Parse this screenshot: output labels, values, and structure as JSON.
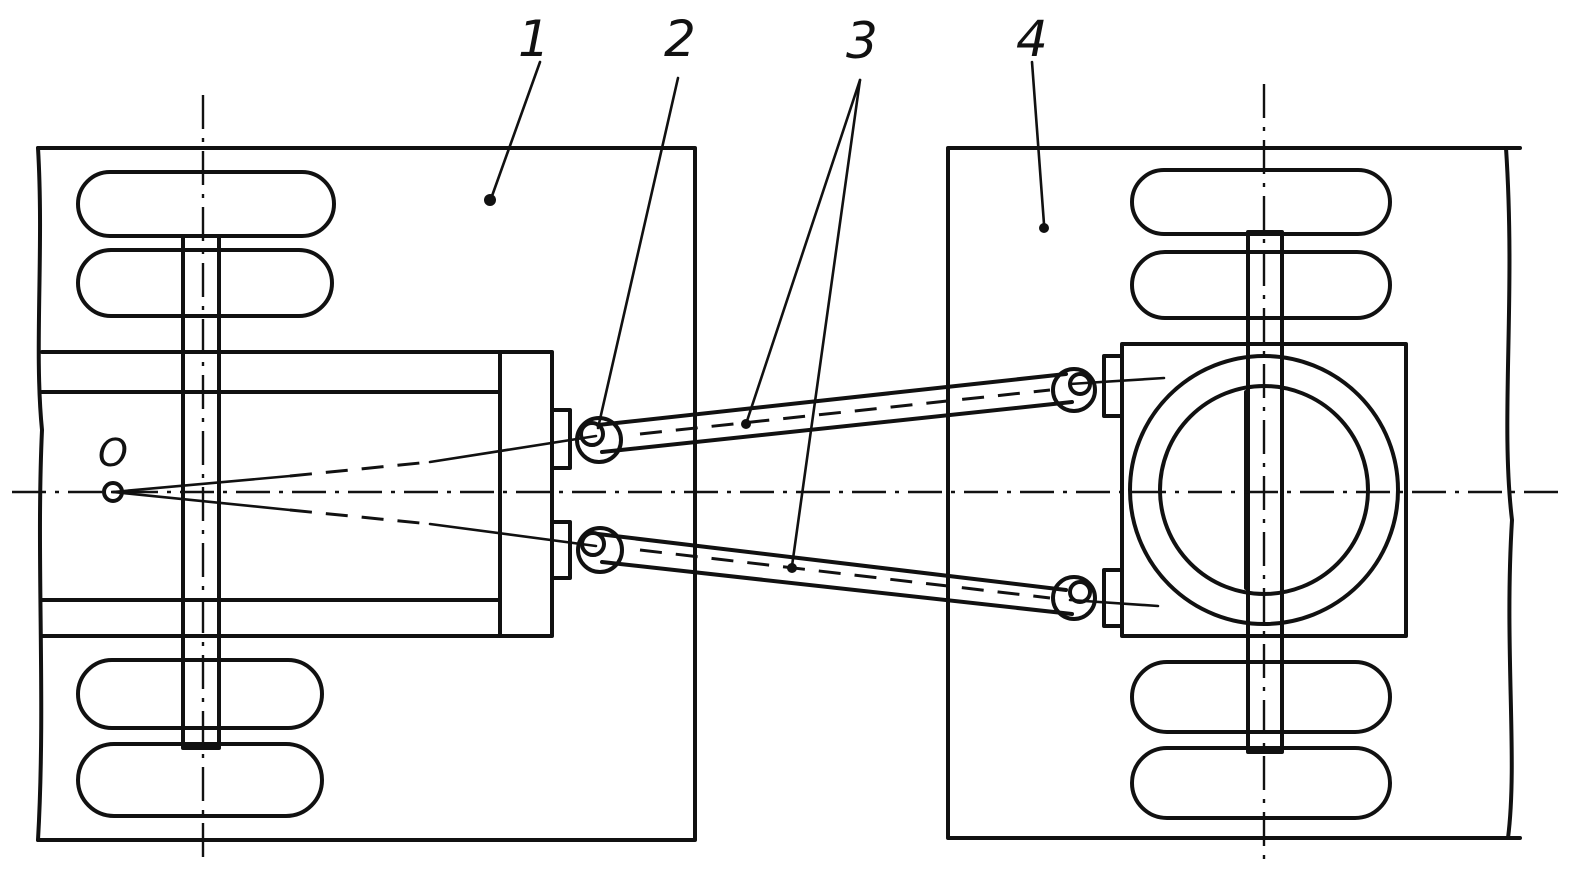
{
  "labels": {
    "tractor": "1",
    "hitch": "2",
    "drawbars": "3",
    "trailer": "4",
    "pivot": "O"
  }
}
